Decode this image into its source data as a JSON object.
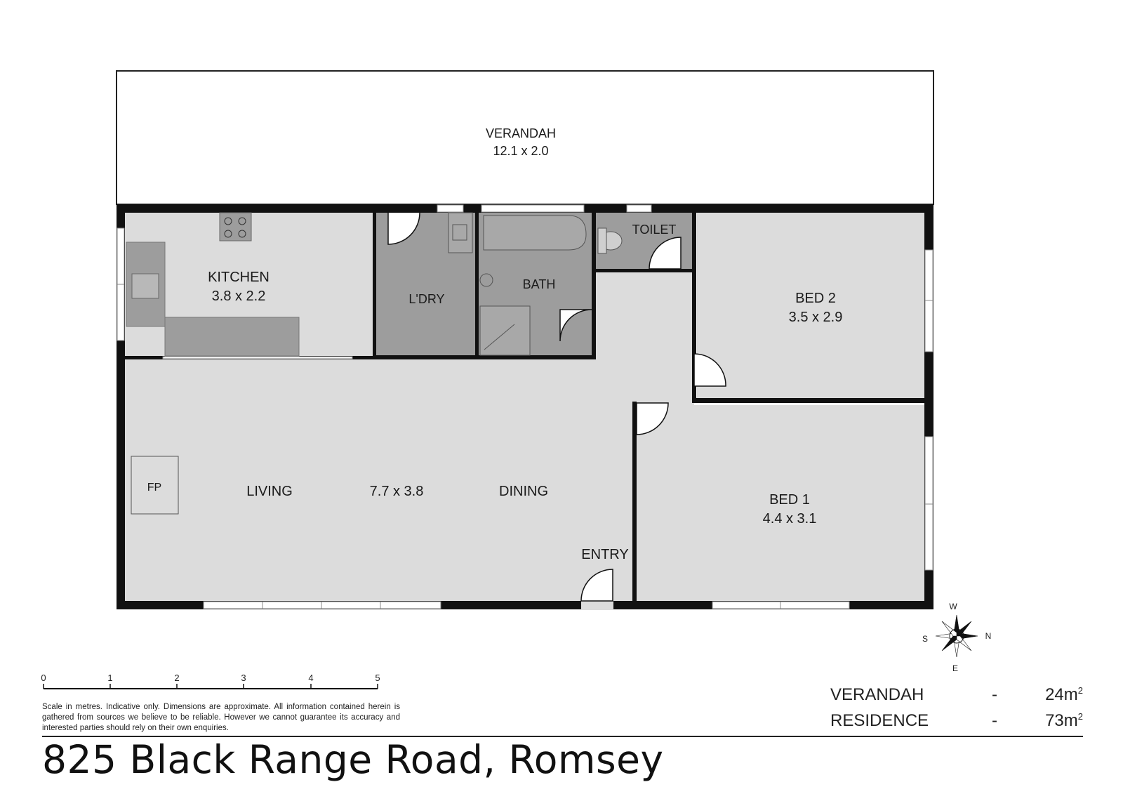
{
  "rooms": {
    "verandah": {
      "name": "VERANDAH",
      "dims": "12.1 x 2.0"
    },
    "kitchen": {
      "name": "KITCHEN",
      "dims": "3.8 x 2.2"
    },
    "laundry": {
      "name": "L'DRY"
    },
    "bath": {
      "name": "BATH"
    },
    "toilet": {
      "name": "TOILET"
    },
    "bed2": {
      "name": "BED 2",
      "dims": "3.5 x 2.9"
    },
    "bed1": {
      "name": "BED 1",
      "dims": "4.4 x 3.1"
    },
    "living": {
      "name": "LIVING"
    },
    "living_dining_dims": "7.7 x 3.8",
    "dining": {
      "name": "DINING"
    },
    "entry": {
      "name": "ENTRY"
    },
    "fireplace": {
      "name": "FP"
    }
  },
  "compass": {
    "north": "N",
    "south": "S",
    "east": "E",
    "west": "W"
  },
  "scale_bar": {
    "ticks": [
      "0",
      "1",
      "2",
      "3",
      "4",
      "5"
    ]
  },
  "disclaimer": "Scale in metres. Indicative only. Dimensions are approximate. All information contained herein is gathered from sources we believe to be reliable. However we cannot guarantee its accuracy and interested parties should rely on their own enquiries.",
  "areas": [
    {
      "name": "VERANDAH",
      "dash": "-",
      "value": "24m",
      "unit_sup": "2"
    },
    {
      "name": "RESIDENCE",
      "dash": "-",
      "value": "73m",
      "unit_sup": "2"
    }
  ],
  "address": "825 Black Range Road, Romsey",
  "colors": {
    "wall": "#111111",
    "floor_light": "#dcdcdc",
    "floor_wet": "#9d9d9d",
    "window": "#ffffff"
  }
}
